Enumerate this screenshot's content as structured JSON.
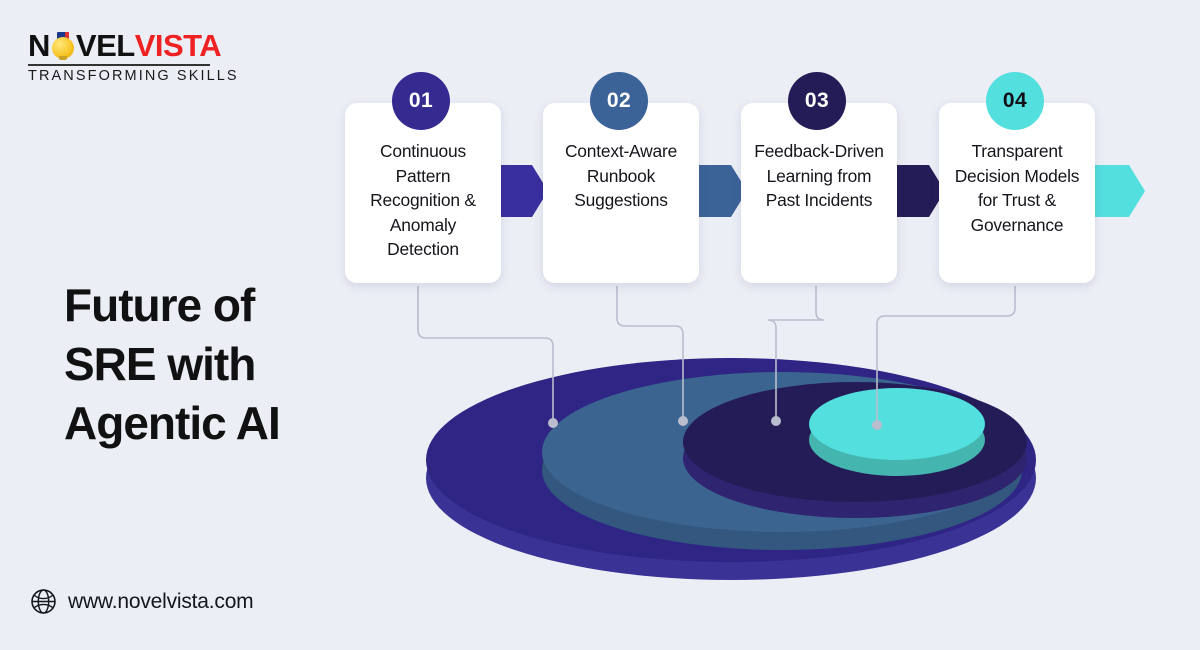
{
  "brand": {
    "logo_word_1": "N",
    "logo_icon": "lightbulb-icon",
    "logo_word_2": "VEL",
    "logo_word_3": "VISTA",
    "tagline": "TRANSFORMING SKILLS"
  },
  "headline": {
    "line1": "Future of",
    "line2": "SRE with",
    "line3": "Agentic AI",
    "full": "Future of SRE with Agentic AI"
  },
  "footer": {
    "icon": "globe-icon",
    "url": "www.novelvista.com"
  },
  "steps": [
    {
      "number": "01",
      "text": "Continuous Pattern Recognition & Anomaly Detection",
      "badge_color": "#352a8f",
      "badge_text_color": "#ffffff",
      "arrow_color": "#3a2f9e"
    },
    {
      "number": "02",
      "text": "Context-Aware Runbook Suggestions",
      "badge_color": "#3c6398",
      "badge_text_color": "#ffffff",
      "arrow_color": "#3c6398"
    },
    {
      "number": "03",
      "text": "Feedback-Driven Learning from Past Incidents",
      "badge_color": "#241c57",
      "badge_text_color": "#ffffff",
      "arrow_color": "#241c57"
    },
    {
      "number": "04",
      "text": "Transparent Decision Models for Trust & Governance",
      "badge_color": "#52dfde",
      "badge_text_color": "#101018",
      "arrow_color": "#52dfde"
    }
  ],
  "discs": [
    {
      "name": "outer-disc",
      "top_color": "#2e2585",
      "side_color": "#3b3296"
    },
    {
      "name": "second-disc",
      "top_color": "#3b6490",
      "side_color": "#33577e"
    },
    {
      "name": "third-disc",
      "top_color": "#241c57",
      "side_color": "#2e2470"
    },
    {
      "name": "inner-disc",
      "top_color": "#52dfde",
      "side_color": "#45b5b0"
    }
  ],
  "colors": {
    "background": "#eceef6",
    "card_background": "#ffffff",
    "text_primary": "#15161c",
    "accent_red": "#ee2222",
    "connector_line": "#b9bdcd"
  }
}
